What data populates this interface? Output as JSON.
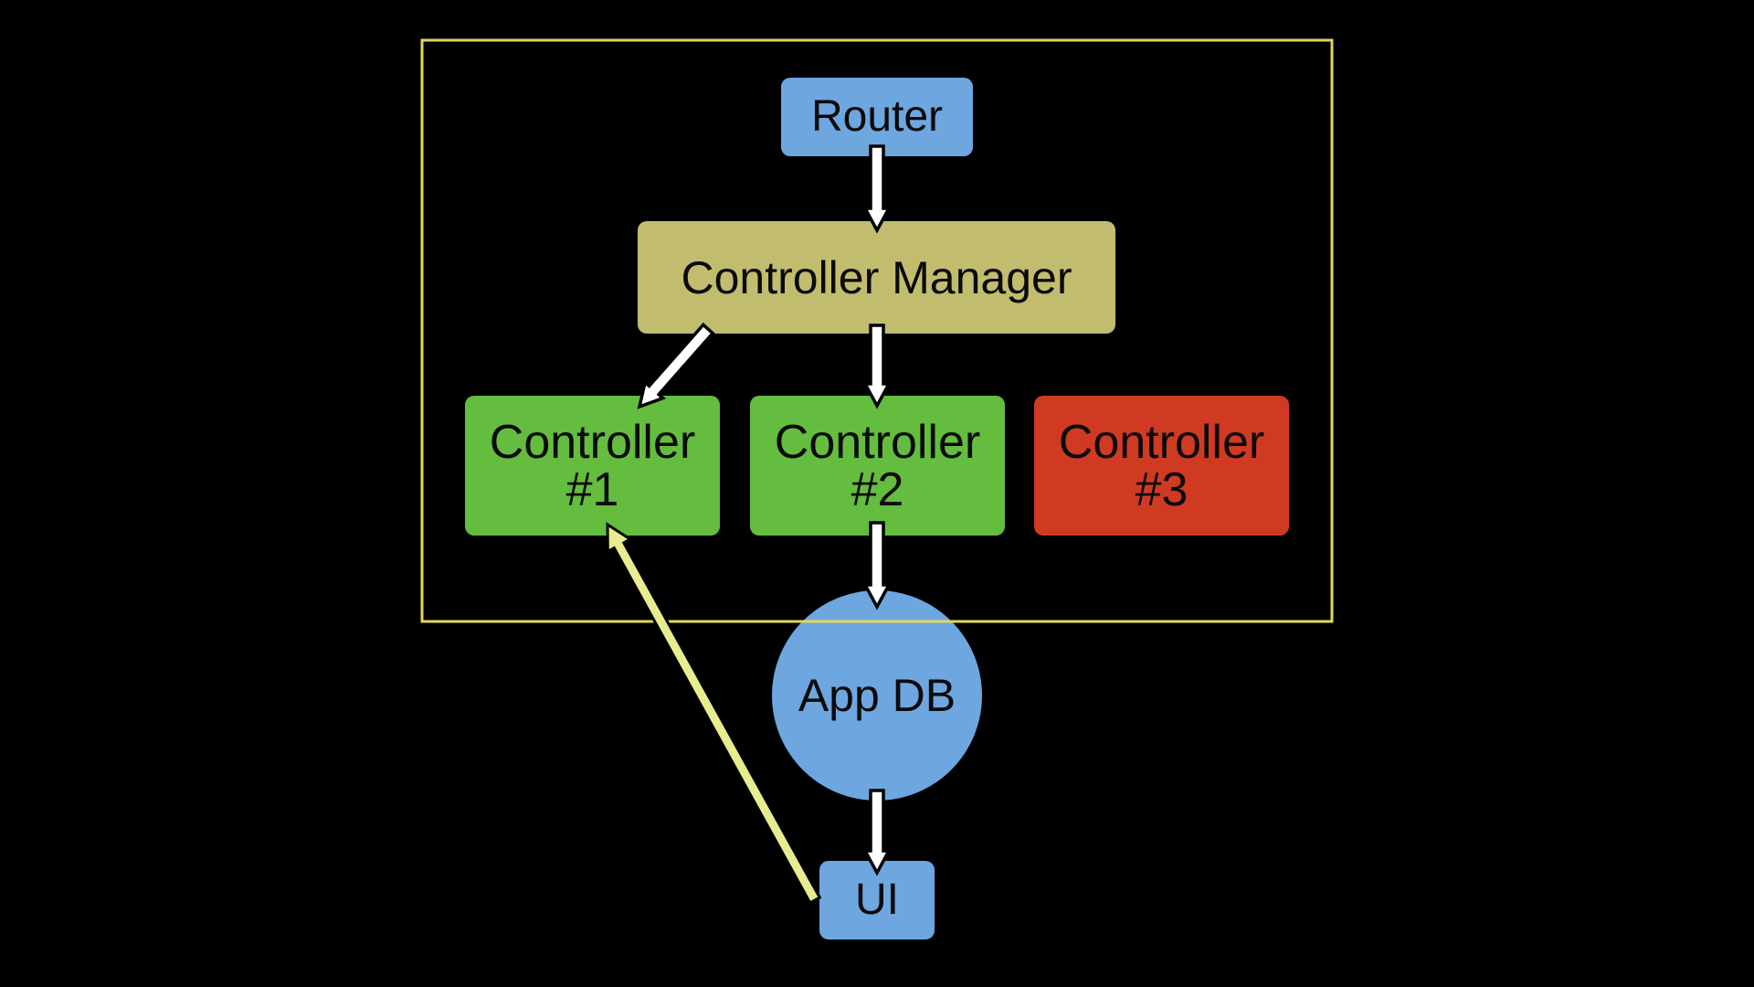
{
  "nodes": {
    "router": {
      "label": "Router",
      "color": "#6ea6df"
    },
    "manager": {
      "label": "Controller Manager",
      "color": "#c2bd6e"
    },
    "controller1": {
      "label": "Controller\n#1",
      "color": "#64bd3f"
    },
    "controller2": {
      "label": "Controller\n#2",
      "color": "#64bd3f"
    },
    "controller3": {
      "label": "Controller\n#3",
      "color": "#d03a23"
    },
    "appdb": {
      "label": "App DB",
      "color": "#6ea6df"
    },
    "ui": {
      "label": "UI",
      "color": "#6ea6df"
    }
  },
  "colors": {
    "background": "#000000",
    "frame": "#e2d65a",
    "arrow": "#ffffff",
    "highlight_arrow": "#e8ec8e"
  },
  "edges": [
    {
      "from": "router",
      "to": "manager",
      "style": "white"
    },
    {
      "from": "manager",
      "to": "controller1",
      "style": "white"
    },
    {
      "from": "manager",
      "to": "controller2",
      "style": "white"
    },
    {
      "from": "controller2",
      "to": "appdb",
      "style": "white"
    },
    {
      "from": "appdb",
      "to": "ui",
      "style": "white"
    },
    {
      "from": "ui",
      "to": "controller1",
      "style": "highlight"
    }
  ]
}
